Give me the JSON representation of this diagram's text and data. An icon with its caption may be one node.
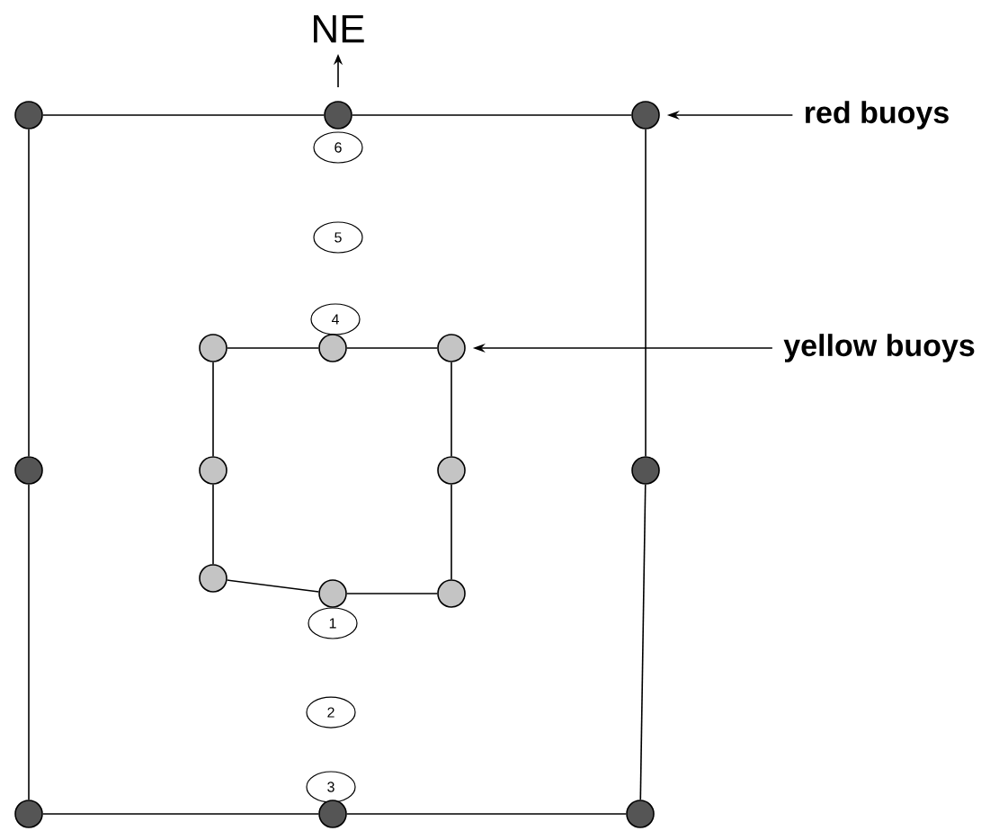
{
  "diagram": {
    "nodes": [
      {
        "text": [],
        "shape": "circle"
      },
      {
        "text": [],
        "shape": "circle"
      },
      {
        "text": [],
        "shape": "circle"
      },
      {
        "text": [
          "red buoys"
        ]
      },
      {
        "text": [
          "6"
        ]
      },
      {
        "text": [
          "5"
        ]
      },
      {
        "text": [
          "4"
        ]
      },
      {
        "text": [],
        "shape": "circle"
      },
      {
        "text": [],
        "shape": "circle"
      },
      {
        "text": [],
        "shape": "circle"
      },
      {
        "text": [
          "yellow buoys"
        ]
      },
      {
        "text": [],
        "shape": "circle"
      },
      {
        "text": [],
        "shape": "circle"
      },
      {
        "text": [],
        "shape": "circle"
      },
      {
        "text": [],
        "shape": "circle"
      },
      {
        "text": [],
        "shape": "circle"
      },
      {
        "text": [],
        "shape": "circle"
      },
      {
        "text": [],
        "shape": "circle"
      },
      {
        "text": [
          "1"
        ]
      },
      {
        "text": [
          "2"
        ]
      },
      {
        "text": [
          "3"
        ]
      },
      {
        "text": [],
        "shape": "circle"
      },
      {
        "text": [],
        "shape": "circle"
      },
      {
        "text": [],
        "shape": "circle"
      }
    ],
    "edges": [
      {
        "from": 0,
        "to": 1,
        "arrow": "none"
      },
      {
        "from": 1,
        "to": 2,
        "arrow": "none"
      },
      {
        "from": 2,
        "to": 14,
        "arrow": "none"
      },
      {
        "from": 14,
        "to": 23,
        "arrow": "none"
      },
      {
        "from": 23,
        "to": 22,
        "arrow": "none"
      },
      {
        "from": 22,
        "to": 21,
        "arrow": "none"
      },
      {
        "from": 21,
        "to": 11,
        "arrow": "none"
      },
      {
        "from": 11,
        "to": 0,
        "arrow": "none"
      },
      {
        "from": 7,
        "to": 8,
        "arrow": "none"
      },
      {
        "from": 8,
        "to": 9,
        "arrow": "none"
      },
      {
        "from": 9,
        "to": 13,
        "arrow": "none"
      },
      {
        "from": 13,
        "to": 17,
        "arrow": "none"
      },
      {
        "from": 17,
        "to": 16,
        "arrow": "none"
      },
      {
        "from": 16,
        "to": 15,
        "arrow": "none"
      },
      {
        "from": 15,
        "to": 12,
        "arrow": "none"
      },
      {
        "from": 12,
        "to": 7,
        "arrow": "none"
      },
      {
        "from": 3,
        "to": 2,
        "arrow": "to"
      },
      {
        "from": 10,
        "to": 9,
        "arrow": "to"
      }
    ],
    "labels": [
      "NE"
    ]
  }
}
